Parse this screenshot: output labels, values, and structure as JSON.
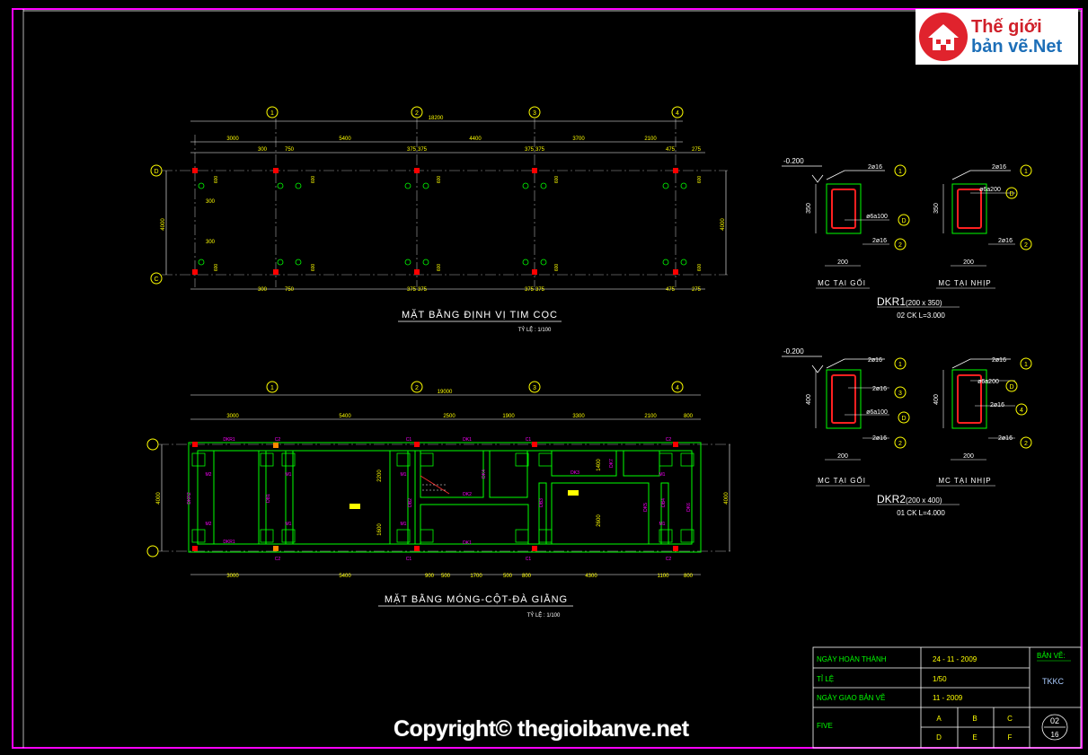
{
  "logo": {
    "line1": "Thế giới",
    "line2": "bản vẽ.Net"
  },
  "copyright": "Copyright© thegioibanve.net",
  "plan1": {
    "title": "MẶT BẰNG ĐỊNH VỊ TIM CỌC",
    "scale": "TỶ LỆ : 1/100",
    "overall": "18200",
    "axes": [
      "1",
      "2",
      "3",
      "4"
    ],
    "row_axes": [
      "D",
      "C"
    ],
    "dims_top": [
      "3000",
      "5400",
      "4400",
      "3700",
      "2100"
    ],
    "dims_small_top": [
      "300",
      "750",
      "375",
      "375",
      "375",
      "375",
      "475",
      "275"
    ],
    "dims_small_bottom": [
      "300",
      "750",
      "375",
      "375",
      "375",
      "375",
      "475",
      "275"
    ],
    "side": "4000",
    "pile_offset": "600",
    "pile_offset2": "300"
  },
  "plan2": {
    "title": "MẶT BẰNG MÓNG-CỘT-ĐÀ GIẰNG",
    "scale": "TỶ LỆ : 1/100",
    "overall": "19000",
    "axes": [
      "1",
      "2",
      "3",
      "4"
    ],
    "dims_top": [
      "3000",
      "5400",
      "2500",
      "1900",
      "3300",
      "2100",
      "800"
    ],
    "dims_bottom": [
      "3000",
      "5400",
      "900",
      "500",
      "1700",
      "500",
      "800",
      "4300",
      "1100",
      "800"
    ],
    "side": "4000",
    "inner": [
      "2200",
      "1600",
      "1400",
      "2600"
    ],
    "beam_labels": [
      "DKR1",
      "C2",
      "C1",
      "DK1",
      "C1",
      "C2",
      "DKR1",
      "C2",
      "C1",
      "DK1",
      "C1",
      "C2",
      "DK2",
      "DK3",
      "DK4",
      "DK5",
      "DK6",
      "DK7",
      "DKR2",
      "DB1",
      "DB2",
      "DB3",
      "DB4"
    ],
    "footings": [
      "M1",
      "M2"
    ]
  },
  "sections": {
    "level": "-0.200",
    "dkr1": {
      "title": "DKR1",
      "size": "(200 x 350)",
      "qty": "02 CK  L=3.000",
      "h": "350",
      "w": "200",
      "left": {
        "label": "MC TẠI GỐI",
        "r1": "2ø16",
        "r2": "2ø16",
        "stirrup": "ø6a100"
      },
      "right": {
        "label": "MC TẠI NHỊP",
        "r1": "2ø16",
        "r2": "2ø16",
        "stirrup": "ø6a200"
      }
    },
    "dkr2": {
      "title": "DKR2",
      "size": "(200 x 400)",
      "qty": "01 CK  L=4.000",
      "h": "400",
      "w": "200",
      "left": {
        "label": "MC TẠI GỐI",
        "r1": "2ø16",
        "r3": "2ø16",
        "r2": "2ø16",
        "stirrup": "ø6a100"
      },
      "right": {
        "label": "MC TẠI NHỊP",
        "r1": "2ø16",
        "r4": "2ø16",
        "r2": "2ø16",
        "stirrup": "ø6a200"
      }
    },
    "marks": [
      "1",
      "2",
      "3",
      "4",
      "D"
    ]
  },
  "titleblock": {
    "completed_label": "NGÀY HOÀN THÀNH",
    "completed": "24 - 11 - 2009",
    "scale_label": "TỈ LỆ",
    "scale": "1/50",
    "delivery_label": "NGÀY GIAO BẢN VẼ",
    "delivery": "11 - 2009",
    "five_label": "FIVE",
    "cells": [
      "A",
      "B",
      "C",
      "D",
      "E",
      "F"
    ],
    "sheet_label": "BẢN VẼ:",
    "sheet_code": "TKKC",
    "sheet_no": "02",
    "sheet_total": "16"
  },
  "colors": {
    "line": "#00ff00",
    "dim": "#ffffff",
    "text": "#ffff00",
    "mag": "#ff00ff",
    "col": "#ff0000",
    "axis": "#ffff00"
  }
}
